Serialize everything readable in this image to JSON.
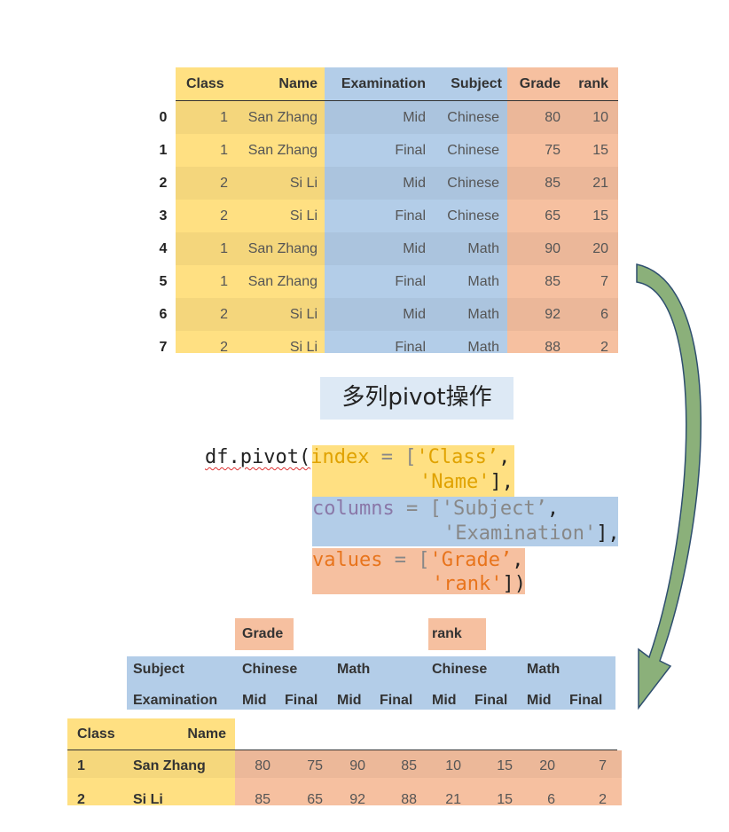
{
  "top_table": {
    "index_header": "",
    "columns": [
      "Class",
      "Name",
      "Examination",
      "Subject",
      "Grade",
      "rank"
    ],
    "rows": [
      {
        "idx": "0",
        "cells": [
          "1",
          "San Zhang",
          "Mid",
          "Chinese",
          "80",
          "10"
        ]
      },
      {
        "idx": "1",
        "cells": [
          "1",
          "San Zhang",
          "Final",
          "Chinese",
          "75",
          "15"
        ]
      },
      {
        "idx": "2",
        "cells": [
          "2",
          "Si Li",
          "Mid",
          "Chinese",
          "85",
          "21"
        ]
      },
      {
        "idx": "3",
        "cells": [
          "2",
          "Si Li",
          "Final",
          "Chinese",
          "65",
          "15"
        ]
      },
      {
        "idx": "4",
        "cells": [
          "1",
          "San Zhang",
          "Mid",
          "Math",
          "90",
          "20"
        ]
      },
      {
        "idx": "5",
        "cells": [
          "1",
          "San Zhang",
          "Final",
          "Math",
          "85",
          "7"
        ]
      },
      {
        "idx": "6",
        "cells": [
          "2",
          "Si Li",
          "Mid",
          "Math",
          "92",
          "6"
        ]
      },
      {
        "idx": "7",
        "cells": [
          "2",
          "Si Li",
          "Final",
          "Math",
          "88",
          "2"
        ]
      }
    ]
  },
  "caption": "多列pivot操作",
  "code": {
    "line1_fn": "df.pivot(",
    "line1_kw": "index",
    "line1_eq": " = [",
    "line1_val": "'Class’",
    "line1_end": ",",
    "line2_val": "'Name'",
    "line2_end": "],",
    "line3_kw": "columns",
    "line3_eq": " = [",
    "line3_val": "'Subject’",
    "line3_end": ",",
    "line4_val": "'Examination'",
    "line4_end": "],",
    "line5_kw": "values",
    "line5_eq": " = [",
    "line5_val": "'Grade’",
    "line5_end": ",",
    "line6_val": "'rank'",
    "line6_end": "])"
  },
  "pivot": {
    "level0": [
      "Grade",
      "rank"
    ],
    "subject_label": "Subject",
    "subjects": [
      "Chinese",
      "Math",
      "Chinese",
      "Math"
    ],
    "exam_label": "Examination",
    "exams": [
      "Mid",
      "Final",
      "Mid",
      "Final",
      "Mid",
      "Final",
      "Mid",
      "Final"
    ],
    "index_names": [
      "Class",
      "Name"
    ],
    "rows": [
      {
        "class": "1",
        "name": "San Zhang",
        "values": [
          "80",
          "75",
          "90",
          "85",
          "10",
          "15",
          "20",
          "7"
        ]
      },
      {
        "class": "2",
        "name": "Si Li",
        "values": [
          "85",
          "65",
          "92",
          "88",
          "21",
          "15",
          "6",
          "2"
        ]
      }
    ]
  },
  "colors": {
    "index_yellow": "#ffe082",
    "columns_blue": "#b3cde8",
    "values_orange": "#f6c0a0",
    "arrow_green": "#7fa06a"
  }
}
